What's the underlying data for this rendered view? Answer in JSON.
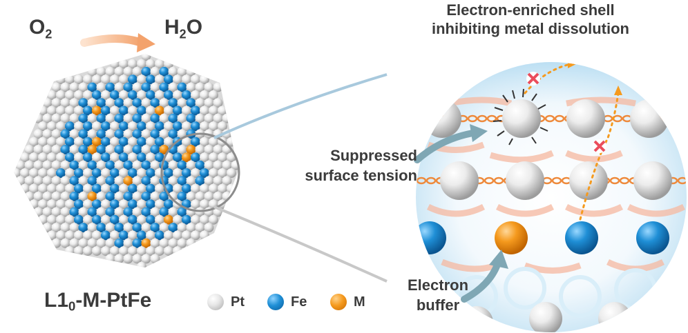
{
  "reaction": {
    "reactant_main": "O",
    "reactant_sub": "2",
    "product_main_pre": "H",
    "product_sub": "2",
    "product_main_post": "O"
  },
  "labels": {
    "shell_line1": "Electron-enriched shell",
    "shell_line2": "inhibiting metal dissolution",
    "tension_line1": "Suppressed",
    "tension_line2": "surface tension",
    "buffer_line1": "Electron",
    "buffer_line2": "buffer"
  },
  "catalyst": {
    "name_pre": "L1",
    "name_sub": "0",
    "name_post": "-M-PtFe"
  },
  "legend": [
    {
      "key": "pt",
      "label": "Pt",
      "color": "#e6e6e6"
    },
    {
      "key": "fe",
      "label": "Fe",
      "color": "#1f8fd6"
    },
    {
      "key": "m",
      "label": "M",
      "color": "#f59a1e"
    }
  ],
  "colors": {
    "pt": "#e6e6e6",
    "fe": "#1f8fd6",
    "m": "#f59a1e",
    "arrow": "#f4b183",
    "shell_blue": "#7cc4ea",
    "text": "#3b3b3b"
  }
}
